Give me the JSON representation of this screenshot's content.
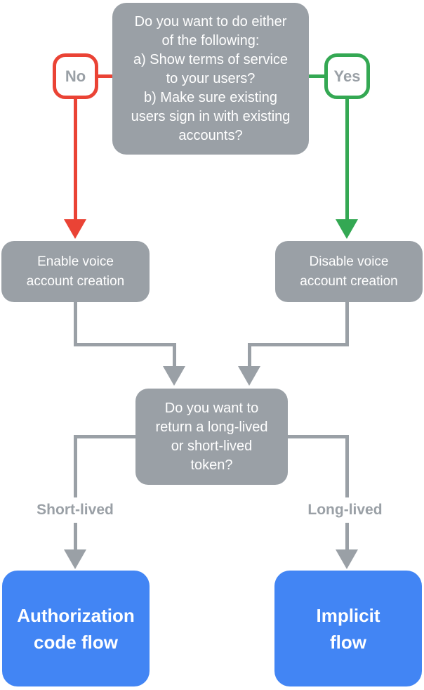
{
  "colors": {
    "node_gray": "#9AA0A6",
    "no_red": "#EA4335",
    "yes_green": "#34A853",
    "result_blue": "#4285F4",
    "text_white": "#FFFFFF",
    "label_gray": "#9AA0A6",
    "background": "#FFFFFF"
  },
  "flowchart": {
    "question1": {
      "lines": [
        "Do you want to do either",
        "of the following:",
        "a) Show terms of service",
        "to your users?",
        "b) Make sure existing",
        "users sign in with existing",
        "accounts?"
      ]
    },
    "no_label": "No",
    "yes_label": "Yes",
    "enable": {
      "lines": [
        "Enable voice",
        "account creation"
      ]
    },
    "disable": {
      "lines": [
        "Disable voice",
        "account creation"
      ]
    },
    "question2": {
      "lines": [
        "Do you want to",
        "return a long-lived",
        "or short-lived",
        "token?"
      ]
    },
    "short_label": "Short-lived",
    "long_label": "Long-lived",
    "auth": {
      "lines": [
        "Authorization",
        "code flow"
      ]
    },
    "implicit": {
      "lines": [
        "Implicit",
        "flow"
      ]
    }
  }
}
